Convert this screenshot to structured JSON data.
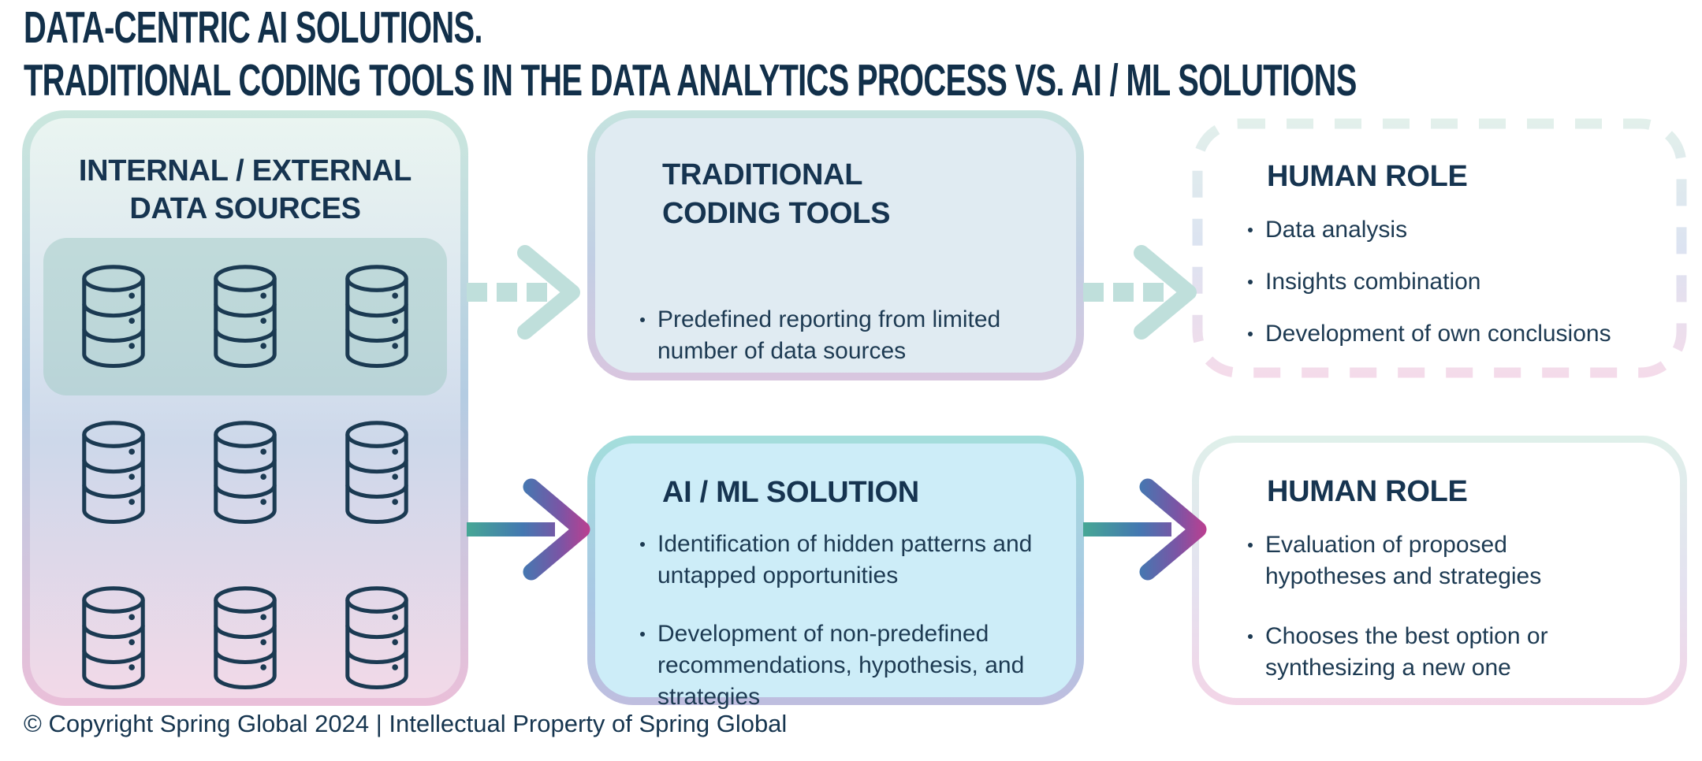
{
  "header": {
    "title_line1": "DATA-CENTRIC AI SOLUTIONS.",
    "title_line2": "TRADITIONAL CODING TOOLS IN THE DATA ANALYTICS PROCESS VS. AI / ML SOLUTIONS"
  },
  "data_sources_box": {
    "title_line1": "INTERNAL / EXTERNAL",
    "title_line2": "DATA SOURCES",
    "database_icon_count": 9
  },
  "traditional_box": {
    "title_line1": "TRADITIONAL",
    "title_line2": "CODING TOOLS",
    "bullets": [
      "Predefined reporting from limited number of data sources"
    ]
  },
  "human_role_top_box": {
    "title": "HUMAN ROLE",
    "bullets": [
      "Data analysis",
      "Insights combination",
      "Development of own conclusions"
    ]
  },
  "ai_ml_box": {
    "title": "AI / ML SOLUTION",
    "bullets": [
      "Identification of hidden patterns and untapped opportunities",
      "Development of non-predefined recommendations, hypothesis, and strategies"
    ]
  },
  "human_role_bottom_box": {
    "title": "HUMAN ROLE",
    "bullets": [
      "Evaluation of proposed hypotheses and strategies",
      "Chooses the best option or synthesizing a new one"
    ]
  },
  "footer": {
    "copyright": "© Copyright Spring Global 2024 | Intellectual Property of Spring Global"
  },
  "colors": {
    "heading_navy": "#163450",
    "body_navy": "#1D3A52",
    "dashed_arrow_teal": "#BFDFDB",
    "arrow_gradient_start": "#46A795",
    "arrow_gradient_mid": "#4478B1",
    "arrow_gradient_end": "#BE3E8F",
    "aiml_fill": "#CDEDF8",
    "traditional_fill": "#E0EBF2"
  },
  "icons": {
    "database": "database-icon",
    "dashed_arrow": "dashed-arrow-right-icon",
    "solid_arrow": "gradient-arrow-right-icon"
  }
}
